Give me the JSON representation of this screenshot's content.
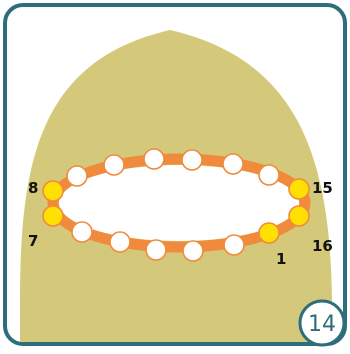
{
  "card": {
    "page_number": "14",
    "frame_color": "#2e6d7b",
    "background_color": "#ffffff"
  },
  "diagram": {
    "hill_color": "#d4c97a",
    "ring_color": "#f08a3c",
    "ring_inner_color": "#ffffff",
    "bead_count": 16,
    "default_bead_fill": "#ffffff",
    "default_bead_stroke": "#f08a3c",
    "highlighted_bead_fill": "#ffe000",
    "highlighted_bead_stroke": "#f08a3c",
    "highlighted_beads": [
      1,
      7,
      8,
      15,
      16
    ],
    "labels": [
      {
        "bead": 1,
        "text": "1"
      },
      {
        "bead": 7,
        "text": "7"
      },
      {
        "bead": 8,
        "text": "8"
      },
      {
        "bead": 15,
        "text": "15"
      },
      {
        "bead": 16,
        "text": "16"
      }
    ]
  }
}
